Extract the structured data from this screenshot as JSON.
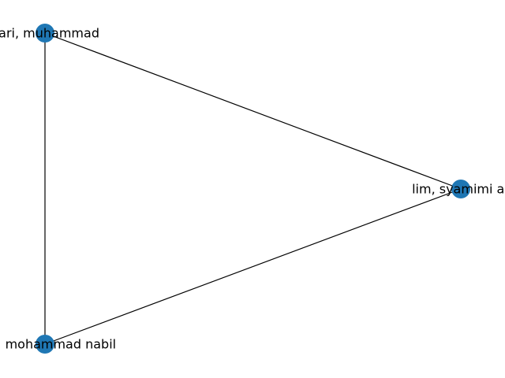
{
  "graph": {
    "node_color": "#1f77b4",
    "edge_color": "#000000",
    "nodes": [
      {
        "id": "n1",
        "label": "hari, muhammad"
      },
      {
        "id": "n2",
        "label": "lim, syamimi ar"
      },
      {
        "id": "n3",
        "label": "war, mohammad nabil"
      }
    ],
    "edges": [
      {
        "from": "n1",
        "to": "n2"
      },
      {
        "from": "n1",
        "to": "n3"
      },
      {
        "from": "n3",
        "to": "n2"
      }
    ]
  }
}
